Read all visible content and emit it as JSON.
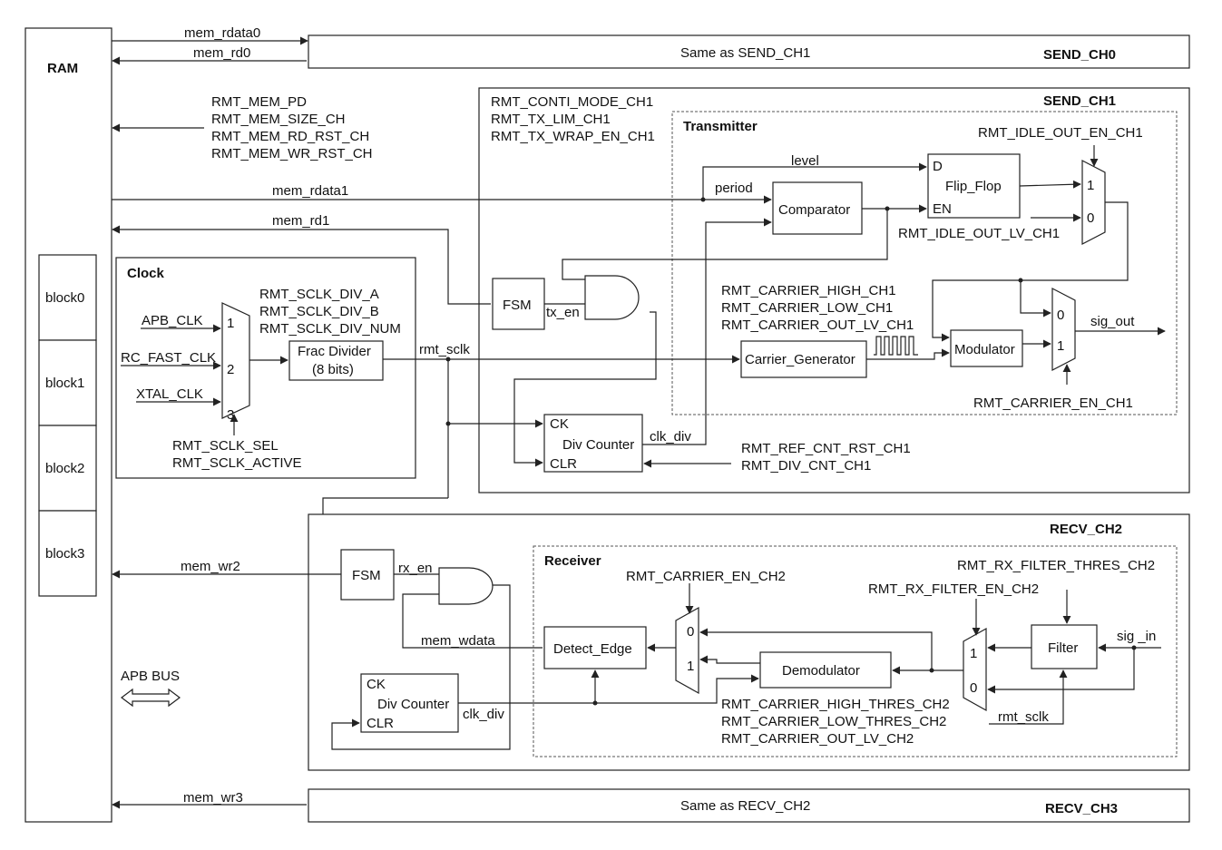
{
  "ram": {
    "title": "RAM",
    "blocks": [
      "block0",
      "block1",
      "block2",
      "block3"
    ]
  },
  "apb_bus": "APB BUS",
  "send_ch0": {
    "title": "SEND_CH0",
    "note": "Same as SEND_CH1"
  },
  "recv_ch3": {
    "title": "RECV_CH3",
    "note": "Same as RECV_CH2"
  },
  "signals": {
    "mem_rdata0": "mem_rdata0",
    "mem_rd0": "mem_rd0",
    "mem_rdata1": "mem_rdata1",
    "mem_rd1": "mem_rd1",
    "mem_wr2": "mem_wr2",
    "mem_wr3": "mem_wr3",
    "mem_regs": [
      "RMT_MEM_PD",
      "RMT_MEM_SIZE_CH",
      "RMT_MEM_RD_RST_CH",
      "RMT_MEM_WR_RST_CH"
    ]
  },
  "clock": {
    "title": "Clock",
    "inputs": [
      "APB_CLK",
      "RC_FAST_CLK",
      "XTAL_CLK"
    ],
    "mux_pins": [
      "1",
      "2",
      "3"
    ],
    "div_regs": [
      "RMT_SCLK_DIV_A",
      "RMT_SCLK_DIV_B",
      "RMT_SCLK_DIV_NUM"
    ],
    "divider_line1": "Frac Divider",
    "divider_line2": "(8 bits)",
    "sel_regs": [
      "RMT_SCLK_SEL",
      "RMT_SCLK_ACTIVE"
    ],
    "output": "rmt_sclk"
  },
  "send_ch1": {
    "title": "SEND_CH1",
    "regs": [
      "RMT_CONTI_MODE_CH1",
      "RMT_TX_LIM_CH1",
      "RMT_TX_WRAP_EN_CH1"
    ],
    "transmitter": "Transmitter",
    "level": "level",
    "period": "period",
    "comparator": "Comparator",
    "flipflop": "Flip_Flop",
    "ff_d": "D",
    "ff_en": "EN",
    "idle_out_en": "RMT_IDLE_OUT_EN_CH1",
    "idle_out_lv": "RMT_IDLE_OUT_LV_CH1",
    "mux_in1": "1",
    "mux_in0": "0",
    "carrier_regs": [
      "RMT_CARRIER_HIGH_CH1",
      "RMT_CARRIER_LOW_CH1",
      "RMT_CARRIER_OUT_LV_CH1"
    ],
    "carrier_gen": "Carrier_Generator",
    "modulator": "Modulator",
    "sig_out": "sig_out",
    "carrier_en": "RMT_CARRIER_EN_CH1",
    "fsm": "FSM",
    "tx_en": "tx_en",
    "ck": "CK",
    "div_counter": "Div Counter",
    "clr": "CLR",
    "clk_div": "clk_div",
    "cnt_regs": [
      "RMT_REF_CNT_RST_CH1",
      "RMT_DIV_CNT_CH1"
    ]
  },
  "recv_ch2": {
    "title": "RECV_CH2",
    "fsm": "FSM",
    "rx_en": "rx_en",
    "mem_wdata": "mem_wdata",
    "ck": "CK",
    "div_counter": "Div Counter",
    "clr": "CLR",
    "clk_div": "clk_div",
    "receiver": "Receiver",
    "carrier_en": "RMT_CARRIER_EN_CH2",
    "detect_edge": "Detect_Edge",
    "demodulator": "Demodulator",
    "filter": "Filter",
    "sig_in": "sig _in",
    "filter_thres": "RMT_RX_FILTER_THRES_CH2",
    "filter_en": "RMT_RX_FILTER_EN_CH2",
    "mux_in0": "0",
    "mux_in1": "1",
    "carrier_regs": [
      "RMT_CARRIER_HIGH_THRES_CH2",
      "RMT_CARRIER_LOW_THRES_CH2",
      "RMT_CARRIER_OUT_LV_CH2"
    ],
    "rmt_sclk": "rmt_sclk"
  }
}
